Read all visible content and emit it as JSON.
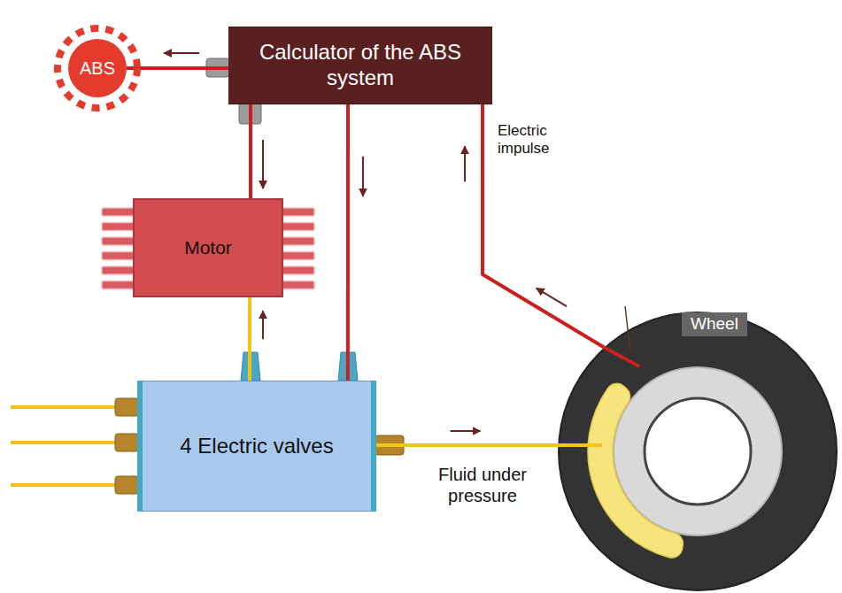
{
  "diagram": {
    "nodes": [
      {
        "text": [
          "Calculator of the ABS system"
        ]
      },
      {
        "text": [
          "ABS"
        ]
      },
      {
        "text": [
          "Motor"
        ]
      },
      {
        "text": [
          "4 Electric valves"
        ]
      },
      {
        "text": [
          "Wheel"
        ]
      }
    ],
    "edges": [
      {
        "from": 0,
        "to": 1,
        "arrow": "to"
      },
      {
        "from": 0,
        "to": 2,
        "arrow": "to"
      },
      {
        "from": 3,
        "to": 2,
        "arrow": "to"
      },
      {
        "from": 0,
        "to": 3,
        "arrow": "to"
      },
      {
        "from": 3,
        "to": 4,
        "label": "Fluid under pressure",
        "arrow": "to"
      },
      {
        "from": 4,
        "to": 0,
        "label": "Electric impulse",
        "arrow": "to"
      }
    ]
  }
}
